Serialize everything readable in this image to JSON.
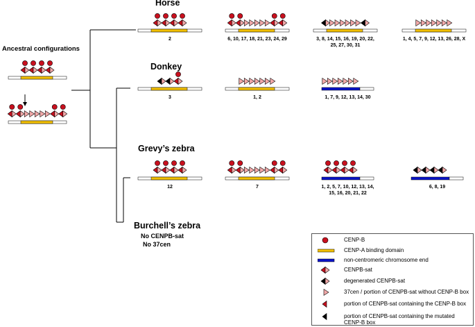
{
  "ancestral_title": "Ancestral configurations",
  "species": {
    "horse": "Horse",
    "donkey": "Donkey",
    "grevy": "Grevy’s zebra",
    "burchell": "Burchell’s zebra",
    "burchell_note1": "No CENPB-sat",
    "burchell_note2": "No 37cen"
  },
  "chromosomes": {
    "horse": [
      {
        "label": "2",
        "pattern": "DDDD"
      },
      {
        "label": "6, 10, 17, 18, 21, 23, 24, 29",
        "pattern": "DDTTTTTDD"
      },
      {
        "label": "3, 8, 14, 15, 16, 19, 20, 22,\n25, 27, 30, 31",
        "pattern": "GTTTTTTG"
      },
      {
        "label": "1, 4, 5, 7, 9, 12, 13, 26, 28, X",
        "pattern": "TTTTTTT"
      }
    ],
    "donkey": [
      {
        "label": "3",
        "pattern": "GGD"
      },
      {
        "label": "1, 2",
        "pattern": "TTTTTTT"
      },
      {
        "label": "1, 7, 9, 12, 13, 14, 30",
        "pattern": "TTTTTTT"
      }
    ],
    "grevy": [
      {
        "label": "12",
        "pattern": "DDDD"
      },
      {
        "label": "7",
        "pattern": "DDTTTTTDD"
      },
      {
        "label": "1, 2, 5, 7, 10, 12, 13, 14,\n15, 16, 20, 21, 22",
        "pattern": "DDDD"
      },
      {
        "label": "6, 8, 19",
        "pattern": "GGGG"
      }
    ]
  },
  "legend": [
    {
      "icon": "cenpb-circle-icon",
      "text": "CENP-B"
    },
    {
      "icon": "cenpa-domain-bar-icon",
      "text": "CENP-A binding domain"
    },
    {
      "icon": "non-centromeric-end-bar-icon",
      "text": "non-centromeric chromosome end"
    },
    {
      "icon": "cenpb-sat-icon",
      "text": "CENPB-sat"
    },
    {
      "icon": "degenerated-cenpb-sat-icon",
      "text": "degenerated CENPB-sat"
    },
    {
      "icon": "37cen-triangle-icon",
      "text": "37cen / portion of CENPB-sat without CENP-B box"
    },
    {
      "icon": "cenpb-box-portion-icon",
      "text": "portion of CENPB-sat containing the CENP-B box"
    },
    {
      "icon": "mutated-cenpb-box-portion-icon",
      "text": "portion of CENPB-sat containing the mutated\nCENP-B box"
    }
  ],
  "colors": {
    "cenpb_red": "#c8101e",
    "pink": "#f2a9a9",
    "yellow": "#f2c000",
    "blue": "#0a14c8",
    "black": "#000000"
  }
}
